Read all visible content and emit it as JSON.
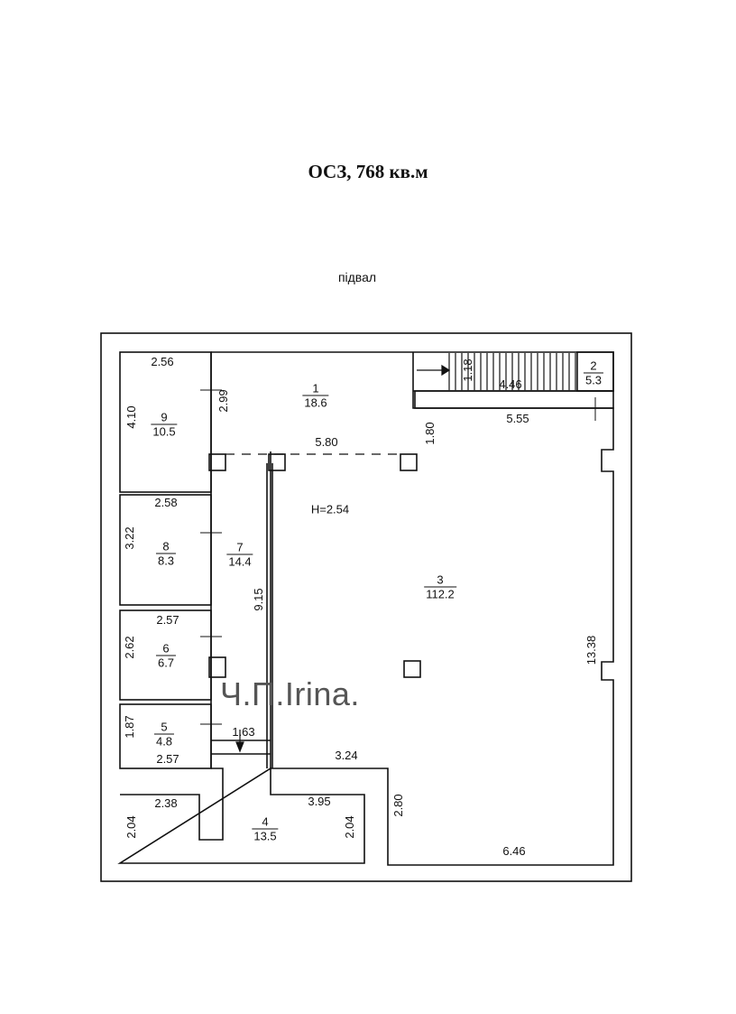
{
  "title": "ОСЗ, 768 кв.м",
  "subtitle": "підвал",
  "watermark": "Ч.П.Irina.",
  "height_label": "H=2.54",
  "rooms": [
    {
      "id": "1",
      "area": "18.6"
    },
    {
      "id": "2",
      "area": "5.3"
    },
    {
      "id": "3",
      "area": "112.2"
    },
    {
      "id": "4",
      "area": "13.5"
    },
    {
      "id": "5",
      "area": "4.8"
    },
    {
      "id": "6",
      "area": "6.7"
    },
    {
      "id": "7",
      "area": "14.4"
    },
    {
      "id": "8",
      "area": "8.3"
    },
    {
      "id": "9",
      "area": "10.5"
    }
  ],
  "dimensions": [
    "2.56",
    "4.10",
    "2.99",
    "1.18",
    "4.46",
    "1.80",
    "5.55",
    "5.80",
    "2.58",
    "3.22",
    "9.15",
    "13.38",
    "2.57",
    "2.62",
    "1.87",
    "1.63",
    "2.57",
    "3.24",
    "2.38",
    "2.04",
    "3.95",
    "2.04",
    "2.80",
    "6.46"
  ]
}
